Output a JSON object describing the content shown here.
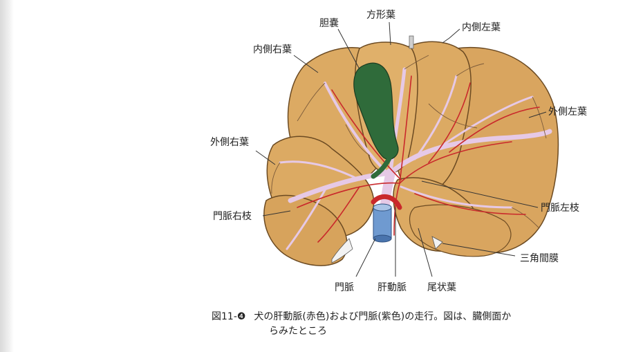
{
  "labels": {
    "gallbladder": "胆嚢",
    "quadrate_lobe": "方形葉",
    "left_medial_lobe": "内側左葉",
    "right_medial_lobe": "内側右葉",
    "left_lateral_lobe": "外側左葉",
    "right_lateral_lobe": "外側右葉",
    "portal_vein_right_branch": "門脈右枝",
    "portal_vein_left_branch": "門脈左枝",
    "triangular_ligament": "三角間膜",
    "portal_vein": "門脈",
    "hepatic_artery": "肝動脈",
    "caudate_lobe": "尾状葉"
  },
  "caption": {
    "number": "図11-❹",
    "line1": "犬の肝動脈(赤色)および門脈(紫色)の走行。図は、臓側面か",
    "line2": "らみたところ"
  },
  "colors": {
    "liver": "#dcaa63",
    "liver_edge": "#6b4a22",
    "gallbladder": "#2f6b3a",
    "portal_vein": "#e6c9e6",
    "artery": "#c9282b",
    "vein_blue": "#6f9ad0"
  }
}
